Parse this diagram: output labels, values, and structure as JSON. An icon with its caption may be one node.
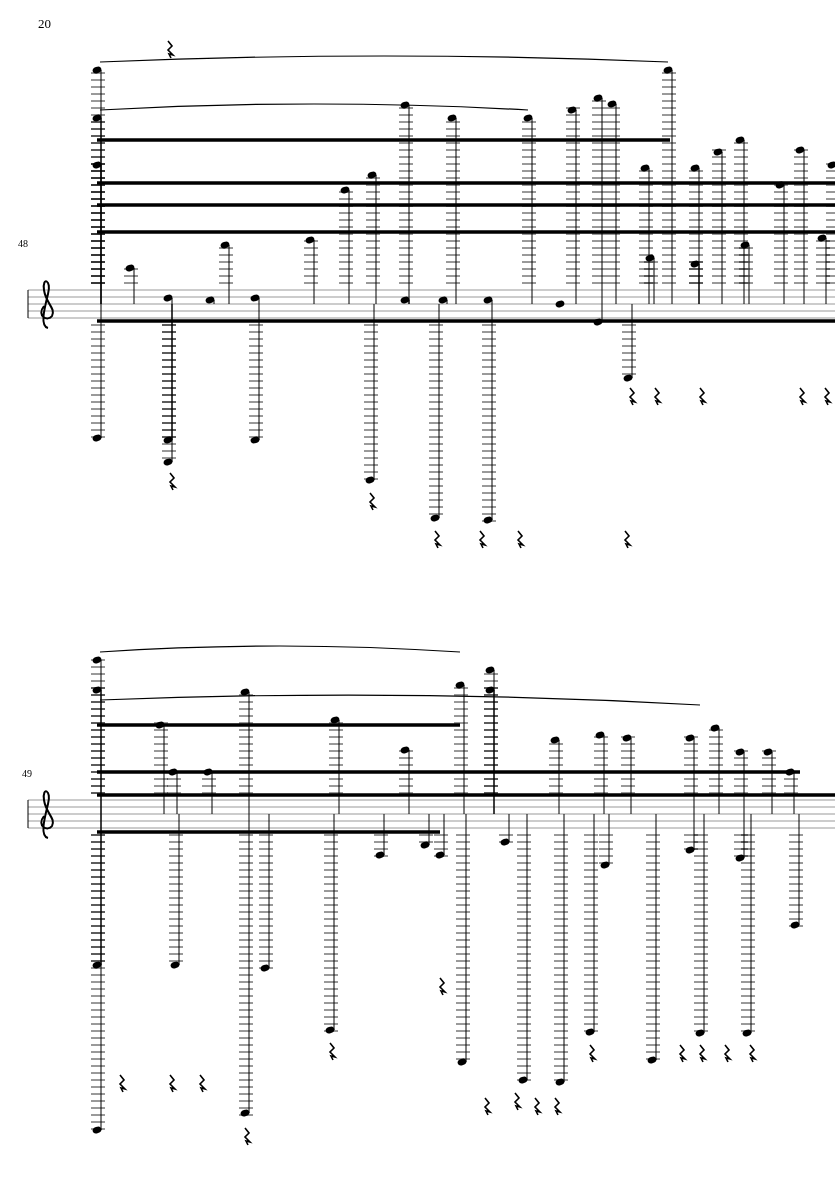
{
  "diagram": {
    "labels": [
      "20",
      "48",
      "49"
    ]
  }
}
